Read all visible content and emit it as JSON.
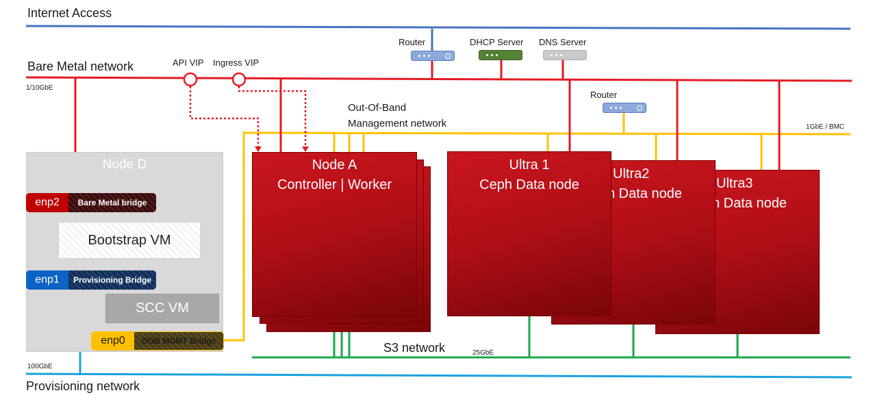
{
  "networks": {
    "internet": {
      "label": "Internet Access",
      "color": "#4472c4"
    },
    "bare_metal": {
      "label": "Bare Metal network",
      "speed": "1/10GbE",
      "color": "#e31b23"
    },
    "oob": {
      "label_line1": "Out-Of-Band",
      "label_line2": "Management network",
      "speed": "1GbE / BMC",
      "color": "#ffc000"
    },
    "s3": {
      "label": "S3 network",
      "speed": "25GbE",
      "color": "#19a84a"
    },
    "provisioning": {
      "label": "Provisioning network",
      "speed": "100GbE",
      "color": "#1aa0e0"
    }
  },
  "vips": {
    "api": "API VIP",
    "ingress": "Ingress VIP"
  },
  "devices": {
    "router_top": {
      "label": "Router",
      "icon": "router-icon"
    },
    "dhcp": {
      "label": "DHCP Server",
      "icon": "server-icon"
    },
    "dns": {
      "label": "DNS Server",
      "icon": "server-icon"
    },
    "router_oob": {
      "label": "Router",
      "icon": "router-icon"
    }
  },
  "node_d": {
    "title": "Node D",
    "interfaces": {
      "enp2": {
        "name": "enp2",
        "bridge": "Bare Metal bridge"
      },
      "enp1": {
        "name": "enp1",
        "bridge": "Provisioning Bridge"
      },
      "enp0": {
        "name": "enp0",
        "bridge": "OOB MGMT Bridge"
      }
    },
    "vms": {
      "bootstrap": "Bootstrap VM",
      "scc": "SCC VM"
    }
  },
  "node_a": {
    "line1": "Node A",
    "line2": "Controller | Worker"
  },
  "ultra1": {
    "line1": "Ultra 1",
    "line2": "Ceph Data node"
  },
  "ultra2": {
    "line1": "Ultra2",
    "line2": "n Data node"
  },
  "ultra3": {
    "line1": "Ultra3",
    "line2": "n Data node"
  }
}
